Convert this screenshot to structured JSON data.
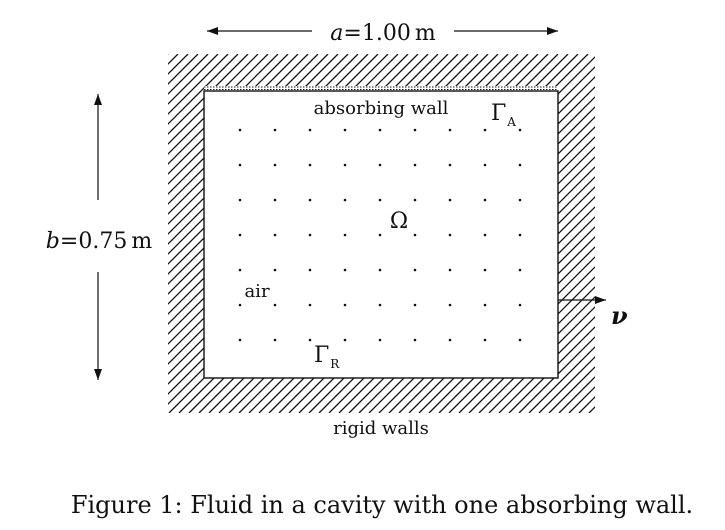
{
  "dimension_a": {
    "symbol": "a",
    "eq": "=",
    "value": "1.00",
    "unit": "m"
  },
  "dimension_b": {
    "symbol": "b",
    "eq": "=",
    "value": "0.75",
    "unit": "m"
  },
  "labels": {
    "absorbing_wall": "absorbing wall",
    "gamma_a": {
      "base": "Γ",
      "sub": "A"
    },
    "omega": "Ω",
    "air": "air",
    "gamma_r": {
      "base": "Γ",
      "sub": "R"
    },
    "normal": "ν",
    "rigid_walls": "rigid walls"
  },
  "caption": "Figure 1: Fluid in a cavity with one absorbing wall.",
  "colors": {
    "ink": "#111111",
    "background": "#ffffff"
  }
}
